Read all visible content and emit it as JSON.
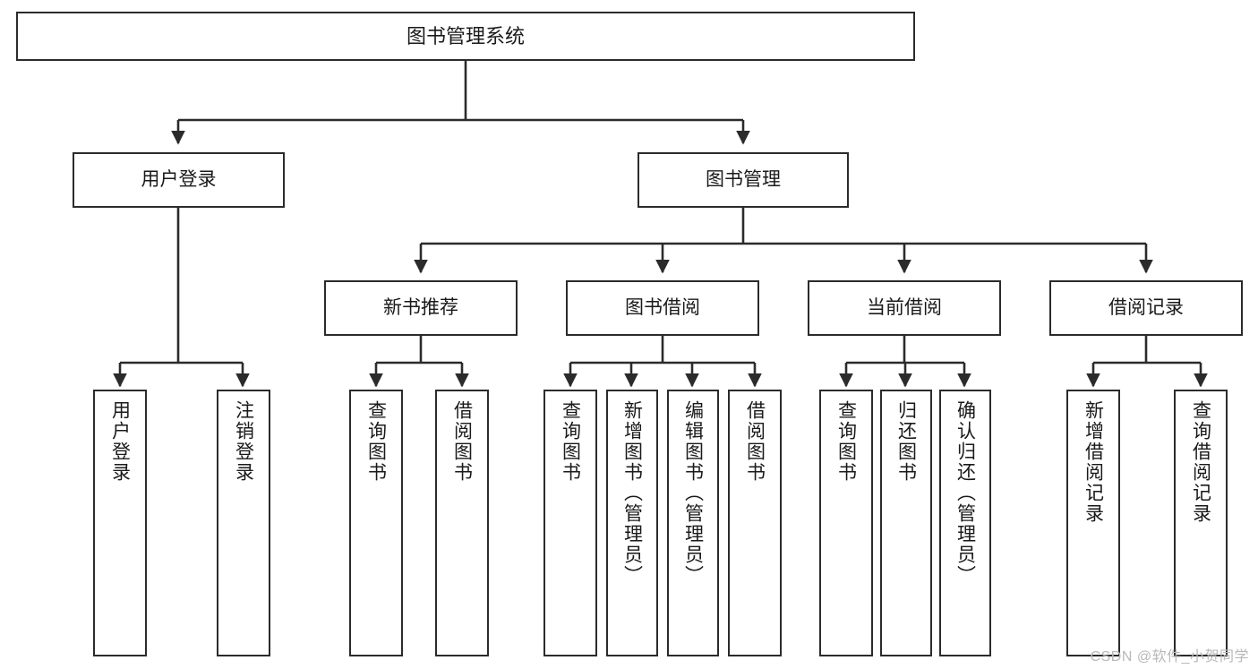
{
  "diagram": {
    "title": "图书管理系统",
    "type": "tree-hierarchy-diagram",
    "watermark": "CSDN @软件_小贺同学",
    "colors": {
      "box_border": "#2b2b2b",
      "box_fill": "#ffffff",
      "edge": "#2b2b2b",
      "text": "#1a1a1a",
      "watermark": "#b8b8b8",
      "background": "#ffffff"
    },
    "levels": {
      "root": {
        "label": "图书管理系统"
      },
      "level2": [
        {
          "label": "用户登录"
        },
        {
          "label": "图书管理"
        }
      ],
      "level3": [
        {
          "label": "新书推荐"
        },
        {
          "label": "图书借阅"
        },
        {
          "label": "当前借阅"
        },
        {
          "label": "借阅记录"
        }
      ],
      "level4": [
        {
          "label": "用户登录",
          "parent": "用户登录"
        },
        {
          "label": "注销登录",
          "parent": "用户登录"
        },
        {
          "label": "查询图书",
          "parent": "新书推荐"
        },
        {
          "label": "借阅图书",
          "parent": "新书推荐"
        },
        {
          "label": "查询图书",
          "parent": "图书借阅"
        },
        {
          "label": "新增图书（管理员）",
          "parent": "图书借阅"
        },
        {
          "label": "编辑图书（管理员）",
          "parent": "图书借阅"
        },
        {
          "label": "借阅图书",
          "parent": "图书借阅"
        },
        {
          "label": "查询图书",
          "parent": "当前借阅"
        },
        {
          "label": "归还图书",
          "parent": "当前借阅"
        },
        {
          "label": "确认归还（管理员）",
          "parent": "当前借阅"
        },
        {
          "label": "新增借阅记录",
          "parent": "借阅记录"
        },
        {
          "label": "查询借阅记录",
          "parent": "借阅记录"
        }
      ]
    }
  }
}
